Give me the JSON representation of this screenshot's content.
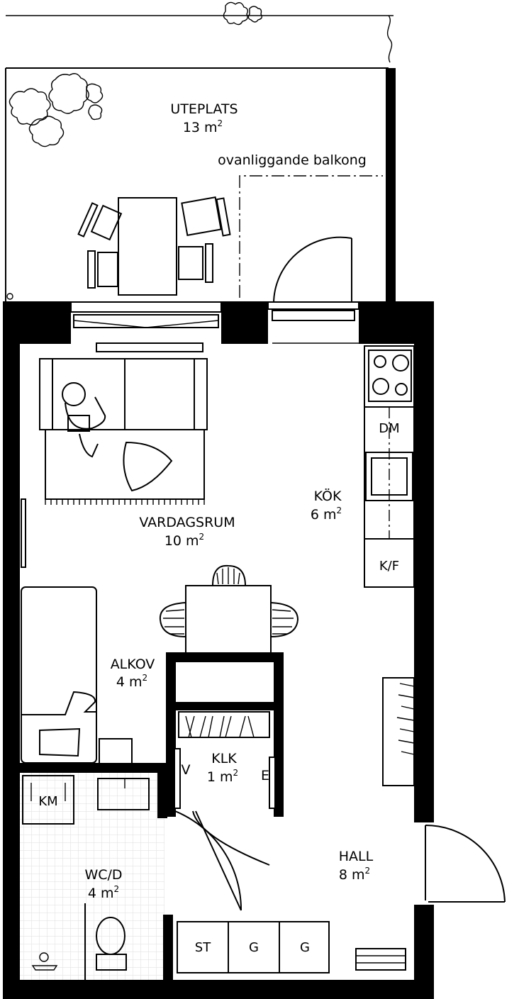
{
  "colors": {
    "ink": "#000000",
    "paper": "#ffffff",
    "tile": "#dddddd"
  },
  "rooms": {
    "uteplats": {
      "name": "UTEPLATS",
      "area": "13 m",
      "sup": "2"
    },
    "balcony_note": "ovanliggande balkong",
    "vardagsrum": {
      "name": "VARDAGSRUM",
      "area": "10 m",
      "sup": "2"
    },
    "kok": {
      "name": "KÖK",
      "area": "6 m",
      "sup": "2"
    },
    "alkov": {
      "name": "ALKOV",
      "area": "4 m",
      "sup": "2"
    },
    "klk": {
      "name": "KLK",
      "area": "1 m",
      "sup": "2"
    },
    "wcd": {
      "name": "WC/D",
      "area": "4 m",
      "sup": "2"
    },
    "hall": {
      "name": "HALL",
      "area": "8 m",
      "sup": "2"
    }
  },
  "fixtures": {
    "dm": "DM",
    "kf": "K/F",
    "km": "KM",
    "closet_v": "V",
    "closet_e": "E",
    "st": "ST",
    "g1": "G",
    "g2": "G"
  },
  "icons": [
    "plant-icon",
    "person-reading-icon",
    "stove-icon",
    "sink-icon",
    "toilet-icon",
    "door-swing-icon",
    "chair-icon"
  ]
}
